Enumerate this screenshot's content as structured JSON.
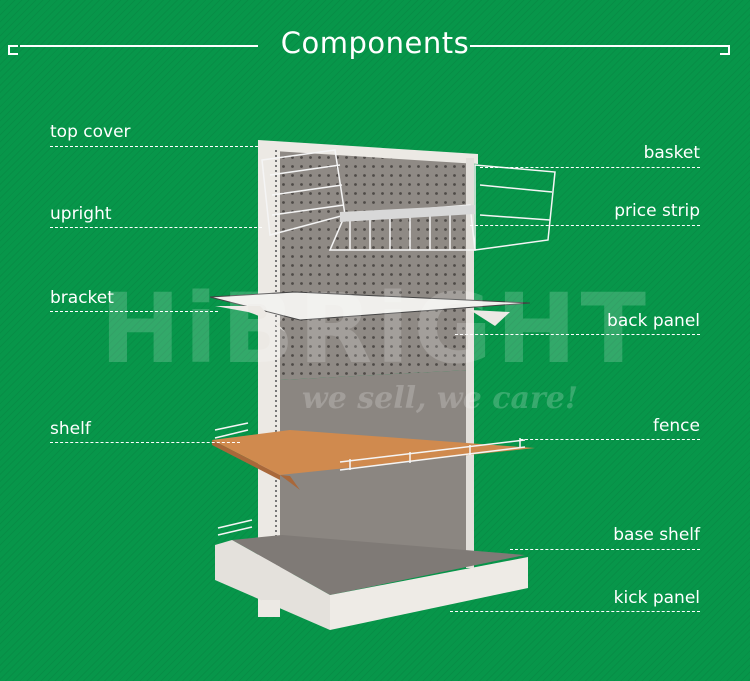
{
  "title": "Components",
  "watermark": {
    "brand": "HiBRiGHT",
    "slogan": "we sell, we care!"
  },
  "labels_left": [
    {
      "text": "top cover"
    },
    {
      "text": "upright"
    },
    {
      "text": "bracket"
    },
    {
      "text": "shelf"
    }
  ],
  "labels_right": [
    {
      "text": "basket"
    },
    {
      "text": "price strip"
    },
    {
      "text": "back panel"
    },
    {
      "text": "fence"
    },
    {
      "text": "base shelf"
    },
    {
      "text": "kick panel"
    }
  ],
  "colors": {
    "background": "#07964a",
    "frame": "#ece9e4",
    "panel": "#8f8a85",
    "wood_shelf": "#d08a4e"
  }
}
